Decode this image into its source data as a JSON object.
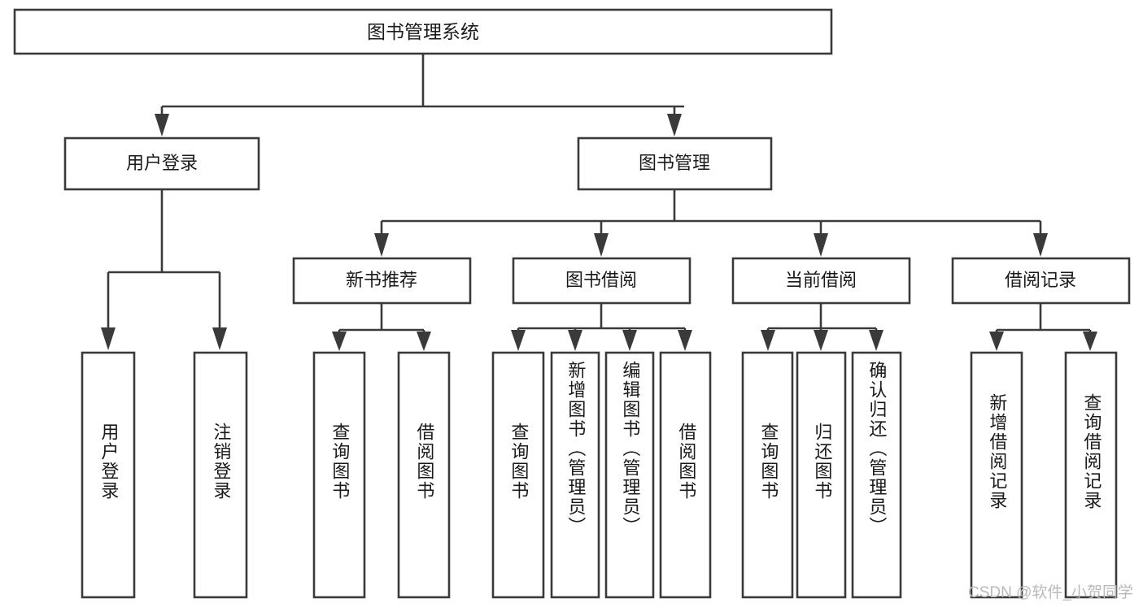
{
  "diagram": {
    "type": "tree",
    "title": "图书管理系统",
    "root": {
      "label": "图书管理系统"
    },
    "level2": [
      {
        "id": "user-login",
        "label": "用户登录"
      },
      {
        "id": "book-management",
        "label": "图书管理"
      }
    ],
    "level3": [
      {
        "id": "new-book-recommend",
        "label": "新书推荐",
        "parent": "book-management"
      },
      {
        "id": "book-borrow",
        "label": "图书借阅",
        "parent": "book-management"
      },
      {
        "id": "current-borrow",
        "label": "当前借阅",
        "parent": "book-management"
      },
      {
        "id": "borrow-record",
        "label": "借阅记录",
        "parent": "book-management"
      }
    ],
    "leaves": [
      {
        "id": "leaf-user-login",
        "label": "用户登录",
        "parent": "user-login"
      },
      {
        "id": "leaf-user-logout",
        "label": "注销登录",
        "parent": "user-login"
      },
      {
        "id": "leaf-query-book-1",
        "label": "查询图书",
        "parent": "new-book-recommend"
      },
      {
        "id": "leaf-borrow-book-1",
        "label": "借阅图书",
        "parent": "new-book-recommend"
      },
      {
        "id": "leaf-query-book-2",
        "label": "查询图书",
        "parent": "book-borrow"
      },
      {
        "id": "leaf-add-book",
        "label": "新增图书（管理员）",
        "parent": "book-borrow"
      },
      {
        "id": "leaf-edit-book",
        "label": "编辑图书（管理员）",
        "parent": "book-borrow"
      },
      {
        "id": "leaf-borrow-book-2",
        "label": "借阅图书",
        "parent": "book-borrow"
      },
      {
        "id": "leaf-query-book-3",
        "label": "查询图书",
        "parent": "current-borrow"
      },
      {
        "id": "leaf-return-book",
        "label": "归还图书",
        "parent": "current-borrow"
      },
      {
        "id": "leaf-confirm-return",
        "label": "确认归还（管理员）",
        "parent": "current-borrow"
      },
      {
        "id": "leaf-add-record",
        "label": "新增借阅记录",
        "parent": "borrow-record"
      },
      {
        "id": "leaf-query-record",
        "label": "查询借阅记录",
        "parent": "borrow-record"
      }
    ],
    "colors": {
      "stroke": "#3a3a3a",
      "fill": "#ffffff",
      "text": "#1a1a1a",
      "watermark": "#b9b9b9",
      "background": "#ffffff"
    }
  },
  "watermark": {
    "text": "CSDN @软件_小贺同学"
  }
}
